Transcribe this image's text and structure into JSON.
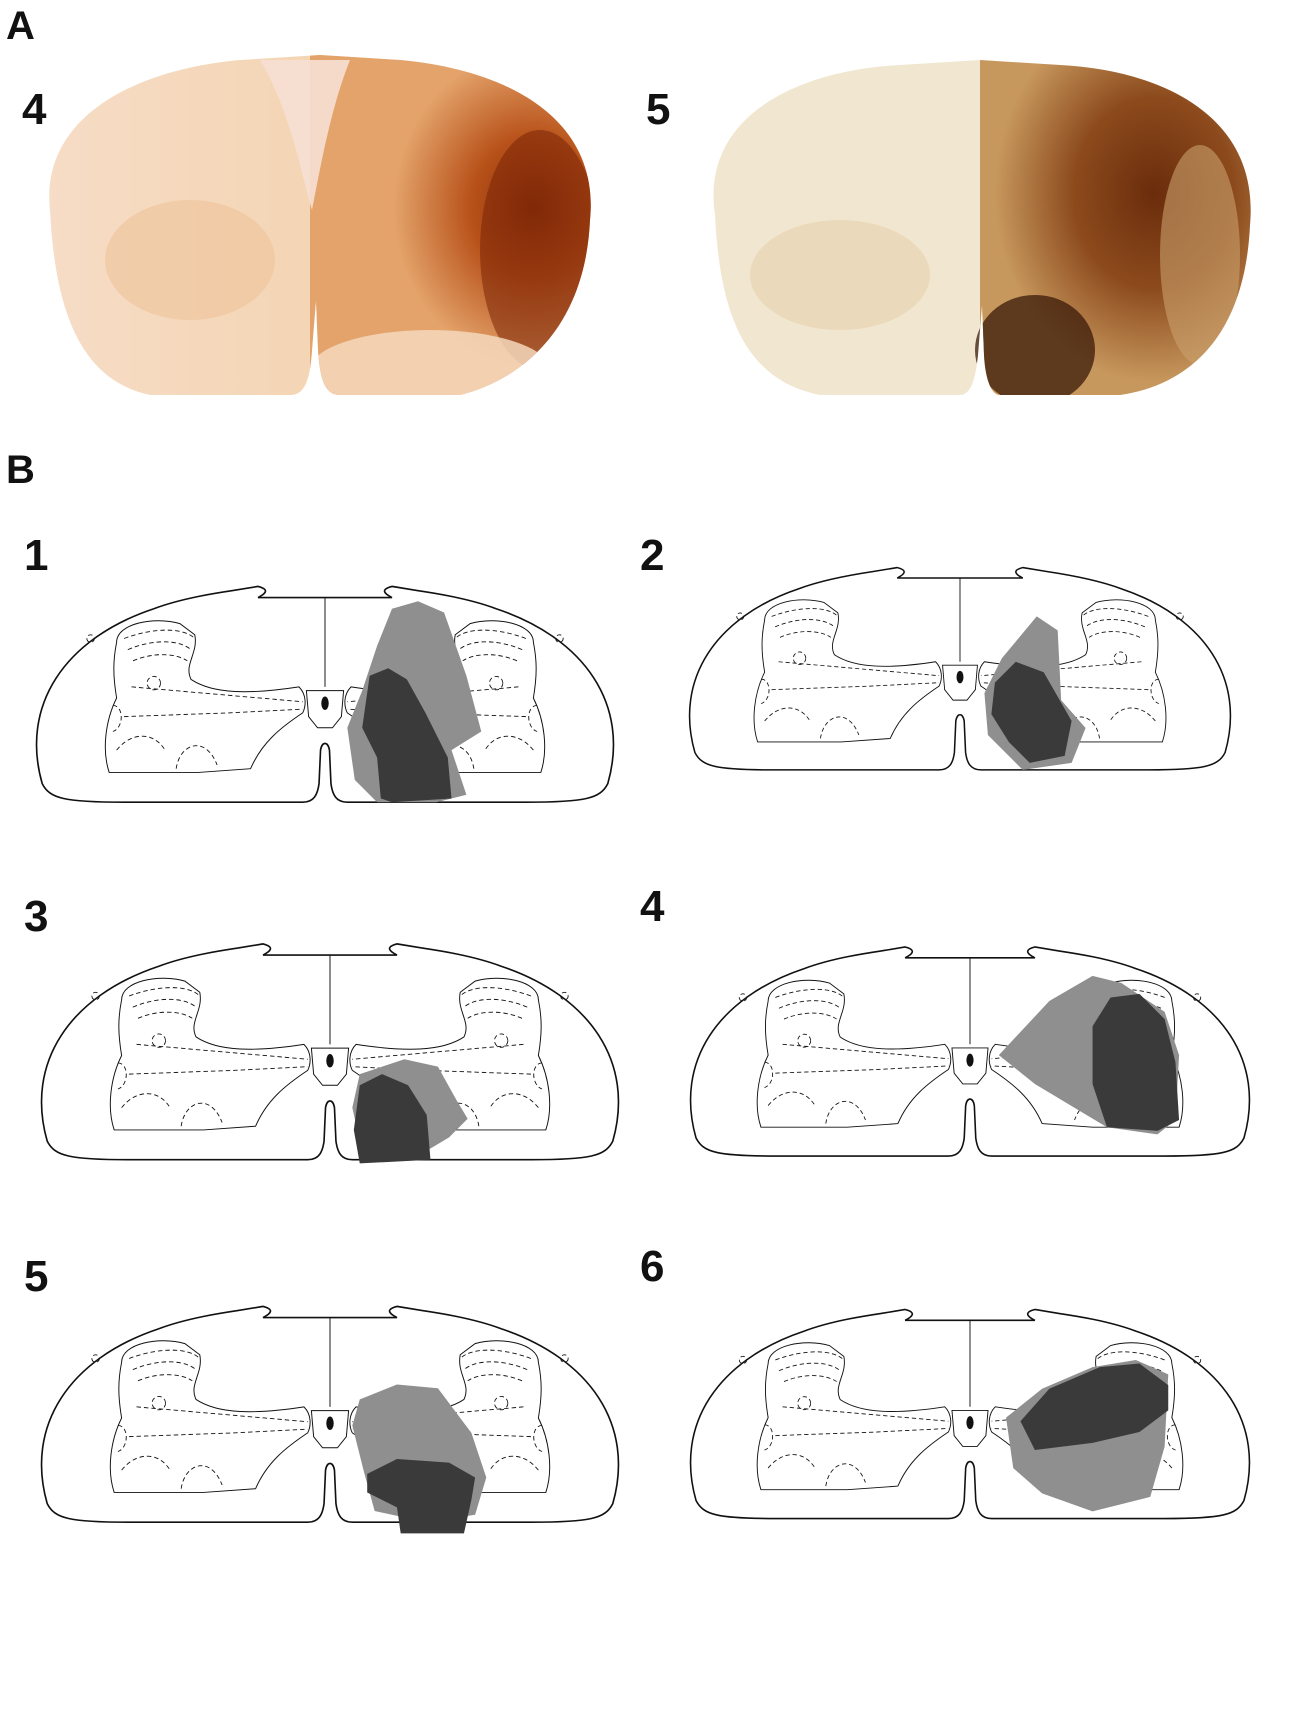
{
  "panels": {
    "a_label": "A",
    "b_label": "B"
  },
  "photos": [
    {
      "label": "4"
    },
    {
      "label": "5"
    }
  ],
  "diagrams": [
    {
      "label": "1"
    },
    {
      "label": "2"
    },
    {
      "label": "3"
    },
    {
      "label": "4"
    },
    {
      "label": "5"
    },
    {
      "label": "6"
    }
  ],
  "colors": {
    "lesion_light": "#8f8f8f",
    "lesion_dark": "#3a3a3a",
    "stain_dark": "#7a2a0a",
    "stain_mid": "#c8621e",
    "tissue_light": "#f3dcc4"
  }
}
